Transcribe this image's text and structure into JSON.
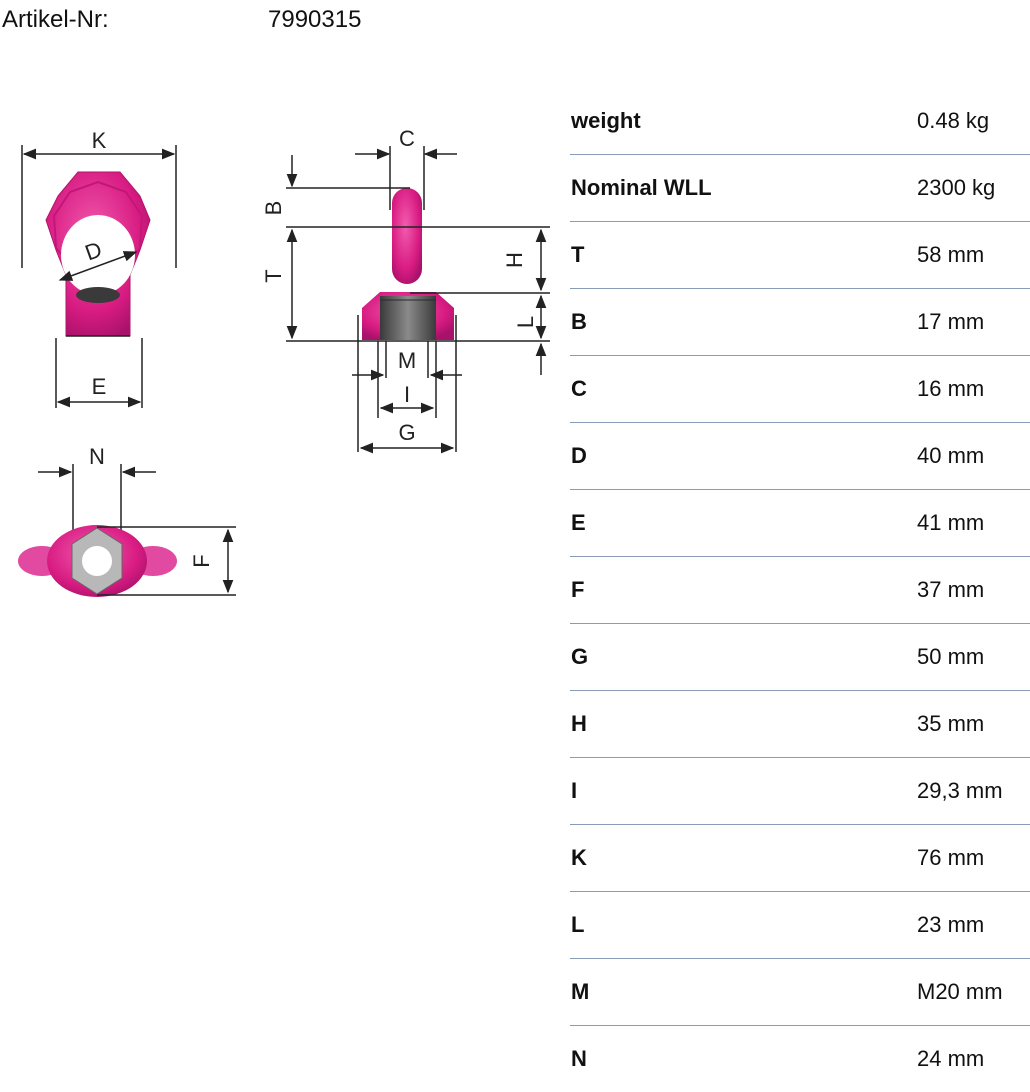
{
  "article": {
    "label": "Artikel-Nr:",
    "value": "7990315"
  },
  "diagram_labels": {
    "K": "K",
    "D": "D",
    "E": "E",
    "C": "C",
    "B": "B",
    "T": "T",
    "H": "H",
    "L": "L",
    "M": "M",
    "I": "I",
    "G": "G",
    "N": "N",
    "F": "F"
  },
  "colors": {
    "product_pink": "#e0208a",
    "rule_line": "#8a9bb8"
  },
  "specs": [
    {
      "name": "weight",
      "value": "0.48 kg"
    },
    {
      "name": "Nominal WLL",
      "value": "2300 kg"
    },
    {
      "name": "T",
      "value": "58 mm"
    },
    {
      "name": "B",
      "value": "17 mm"
    },
    {
      "name": "C",
      "value": "16 mm"
    },
    {
      "name": "D",
      "value": "40 mm"
    },
    {
      "name": "E",
      "value": "41 mm"
    },
    {
      "name": "F",
      "value": "37 mm"
    },
    {
      "name": "G",
      "value": "50 mm"
    },
    {
      "name": "H",
      "value": "35 mm"
    },
    {
      "name": "I",
      "value": "29,3 mm"
    },
    {
      "name": "K",
      "value": "76 mm"
    },
    {
      "name": "L",
      "value": "23 mm"
    },
    {
      "name": "M",
      "value": "M20 mm"
    },
    {
      "name": "N",
      "value": "24 mm"
    }
  ]
}
